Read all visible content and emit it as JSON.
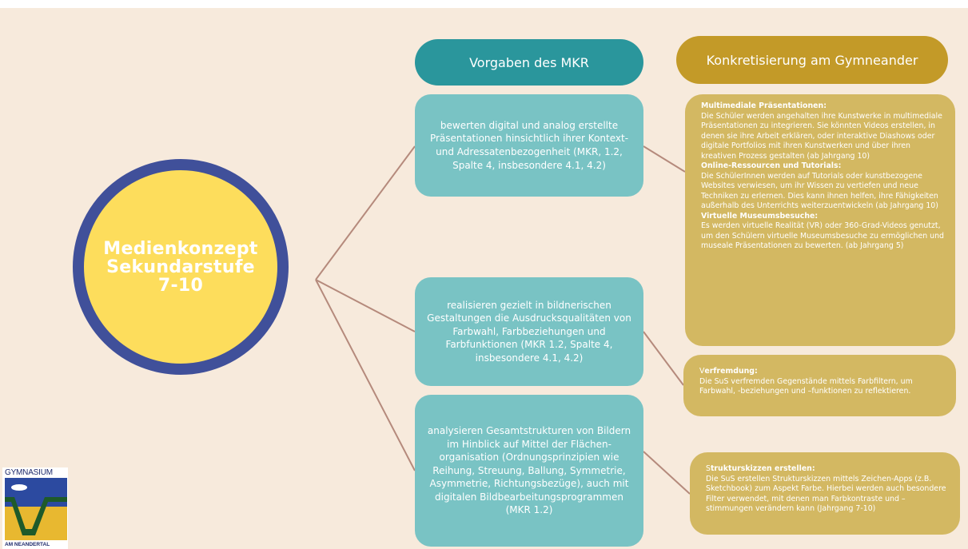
{
  "center": {
    "title": "Medienkonzept\nSekundarstufe\n7-10"
  },
  "headers": {
    "mkr": "Vorgaben des MKR",
    "gymneander": "Konkretisierung am Gymneander"
  },
  "mkr_items": [
    "bewerten digital und analog erstellte Präsentationen hinsichtlich ihrer Kontext- und Adressatenbezogenheit (MKR, 1.2, Spalte 4, insbesondere 4.1, 4.2)",
    "realisieren gezielt in bildnerischen Gestaltungen die Ausdrucksqualitäten von Farbwahl, Farbbeziehungen und Farbfunktionen (MKR 1.2, Spalte 4, insbesondere 4.1, 4.2)",
    "analysieren Gesamtstrukturen von Bildern im Hinblick auf Mittel der Flächen-organisation (Ordnungsprinzipien wie Reihung, Streuung, Ballung, Symmetrie, Asymmetrie, Richtungsbezüge), auch mit digitalen Bildbearbeitungsprogrammen (MKR 1.2)"
  ],
  "konk": {
    "box1": [
      {
        "title": "Multimediale Präsentationen:",
        "text": "Die Schüler werden angehalten ihre Kunstwerke in multimediale Präsentationen zu integrieren. Sie könnten Videos erstellen, in denen sie ihre Arbeit erklären, oder interaktive Diashows oder digitale Portfolios mit ihren Kunstwerken und über ihren kreativen Prozess gestalten (ab Jahrgang 10)"
      },
      {
        "title": "Online-Ressourcen und Tutorials:",
        "text": "Die SchülerInnen werden auf Tutorials oder kunstbezogene Websites verwiesen, um ihr Wissen zu vertiefen und neue Techniken zu erlernen. Dies kann ihnen helfen, ihre Fähigkeiten außerhalb des Unterrichts weiterzuentwickeln (ab Jahrgang 10)"
      },
      {
        "title": "Virtuelle Museumsbesuche:",
        "text": "Es werden virtuelle Realität (VR) oder 360-Grad-Videos genutzt, um den Schülern virtuelle Museumsbesuche zu ermöglichen und museale Präsentationen zu bewerten. (ab Jahrgang 5)"
      }
    ],
    "box2": {
      "title_first": "V",
      "title_rest": "erfremdung:",
      "text": "Die SuS verfremden Gegenstände mittels Farbfiltern, um Farbwahl, -beziehungen und –funktionen zu reflektieren."
    },
    "box3": {
      "title_first": "S",
      "title_rest": "trukturskizzen erstellen:",
      "text": "Die SuS erstellen Strukturskizzen mittels Zeichen-Apps (z.B. Sketchbook) zum Aspekt Farbe. Hierbei werden auch besondere Filter verwendet, mit denen man Farbkontraste und –stimmungen verändern kann (Jahrgang 7-10)"
    }
  },
  "logo": {
    "top": "GYMNASIUM",
    "bottom": "AM NEANDERTAL"
  },
  "colors": {
    "background": "#f7eadc",
    "circle_fill": "#fddd5c",
    "circle_ring": "#40509a",
    "teal_header": "#2a969c",
    "teal_box": "#79c3c4",
    "gold_header": "#c39a28",
    "gold_box": "#d3b862",
    "connector": "#b58a7c"
  }
}
